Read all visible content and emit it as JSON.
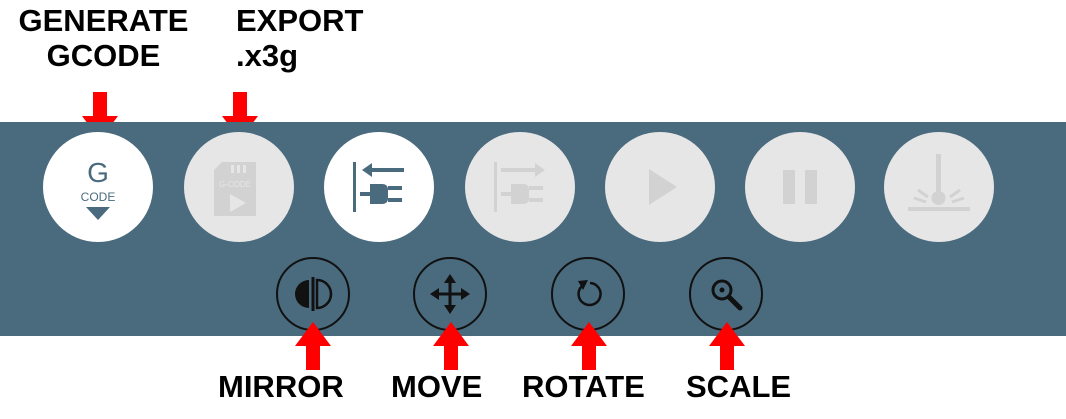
{
  "annotations": {
    "generate_gcode": [
      "GENERATE",
      "GCODE"
    ],
    "export_x3g": [
      "EXPORT",
      ".x3g"
    ],
    "mirror": "MIRROR",
    "move": "MOVE",
    "rotate": "ROTATE",
    "scale": "SCALE"
  },
  "toolbar": {
    "gcode_button": {
      "letter": "G",
      "caption": "CODE",
      "state": "active"
    },
    "export_button": {
      "caption": "G-CODE",
      "state": "disabled"
    },
    "connect_button": {
      "state": "active"
    },
    "disconnect_button": {
      "state": "disabled"
    },
    "play_button": {
      "state": "disabled"
    },
    "pause_button": {
      "state": "disabled"
    },
    "laser_button": {
      "state": "disabled"
    }
  },
  "colors": {
    "toolbar_bg": "#4a6a7e",
    "icon_active": "#4a6a7e",
    "icon_disabled": "#d2d2d2",
    "arrow": "#ff0000"
  },
  "icons": {
    "gcode": "gcode-download-icon",
    "export": "sd-card-play-icon",
    "connect": "plug-connect-icon",
    "disconnect": "plug-disconnect-icon",
    "play": "play-icon",
    "pause": "pause-icon",
    "laser": "laser-head-icon",
    "mirror": "mirror-icon",
    "move": "move-arrows-icon",
    "rotate": "rotate-icon",
    "scale": "magnifier-icon"
  }
}
